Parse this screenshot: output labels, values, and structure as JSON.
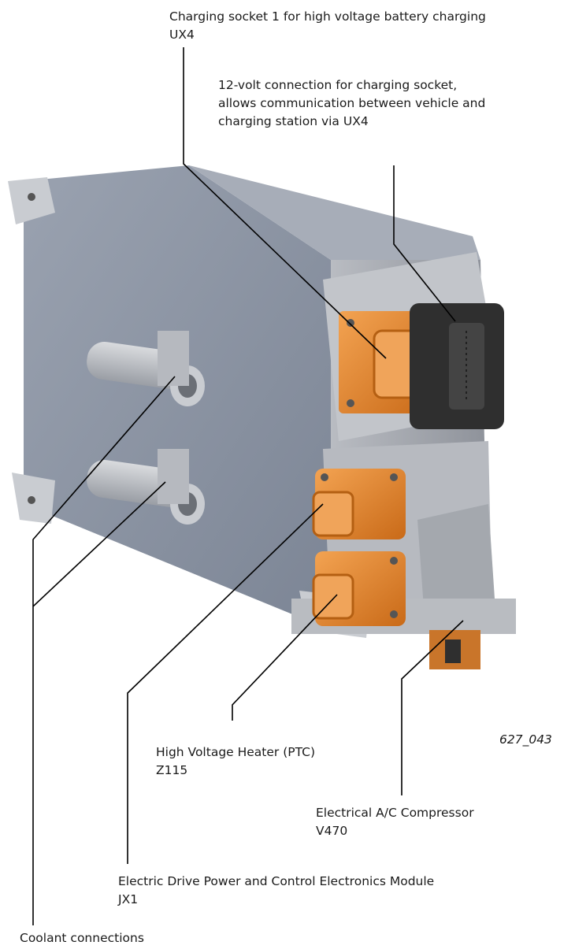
{
  "callouts": {
    "charging_socket": {
      "line1": "Charging socket 1 for high voltage battery charging",
      "line2": "UX4"
    },
    "twelve_volt": {
      "line1": "12-volt connection for charging socket,",
      "line2": "allows communication between vehicle and",
      "line3": "charging station via UX4"
    },
    "heater": {
      "line1": "High Voltage Heater (PTC)",
      "line2": "Z115"
    },
    "compressor": {
      "line1": "Electrical A/C Compressor",
      "line2": "V470"
    },
    "drive_module": {
      "line1": "Electric Drive Power and Control Electronics Module",
      "line2": "JX1"
    },
    "coolant": {
      "line1": "Coolant connections"
    }
  },
  "figure_number": "627_043",
  "colors": {
    "housing": "#8c95a4",
    "housing_dark": "#6f7888",
    "bracket": "#c3c6cb",
    "connector_orange": "#e88a2e",
    "connector_dark": "#2b2b2b",
    "leader": "#000000"
  }
}
